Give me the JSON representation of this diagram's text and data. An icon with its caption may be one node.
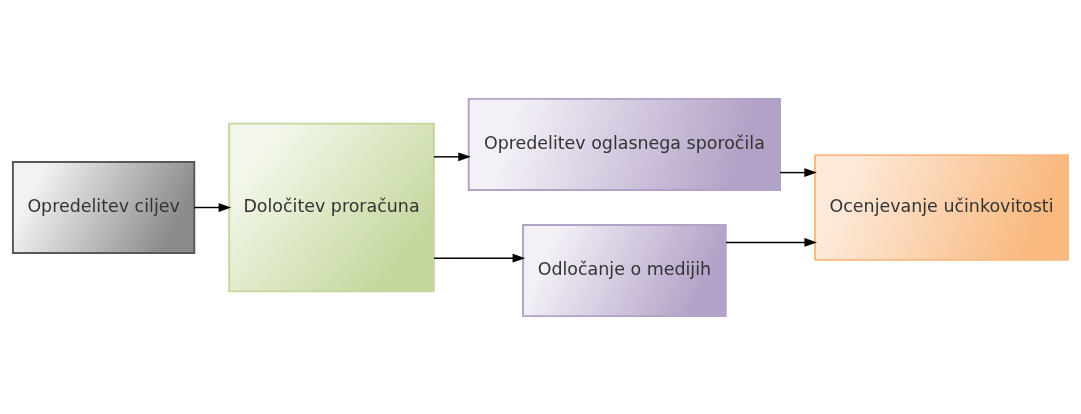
{
  "diagram": {
    "nodes": [
      {
        "text": [
          "Opredelitev ciljev"
        ]
      },
      {
        "text": [
          "Določitev proračuna"
        ]
      },
      {
        "text": [
          "Opredelitev oglasnega sporočila"
        ]
      },
      {
        "text": [
          "Odločanje o medijih"
        ]
      },
      {
        "text": [
          "Ocenjevanje učinkovitosti"
        ]
      }
    ],
    "edges": [
      {
        "from": 0,
        "to": 1,
        "arrow": "to"
      },
      {
        "from": 1,
        "to": 2,
        "arrow": "to"
      },
      {
        "from": 1,
        "to": 3,
        "arrow": "to"
      },
      {
        "from": 2,
        "to": 4,
        "arrow": "to"
      },
      {
        "from": 3,
        "to": 4,
        "arrow": "to"
      }
    ]
  }
}
